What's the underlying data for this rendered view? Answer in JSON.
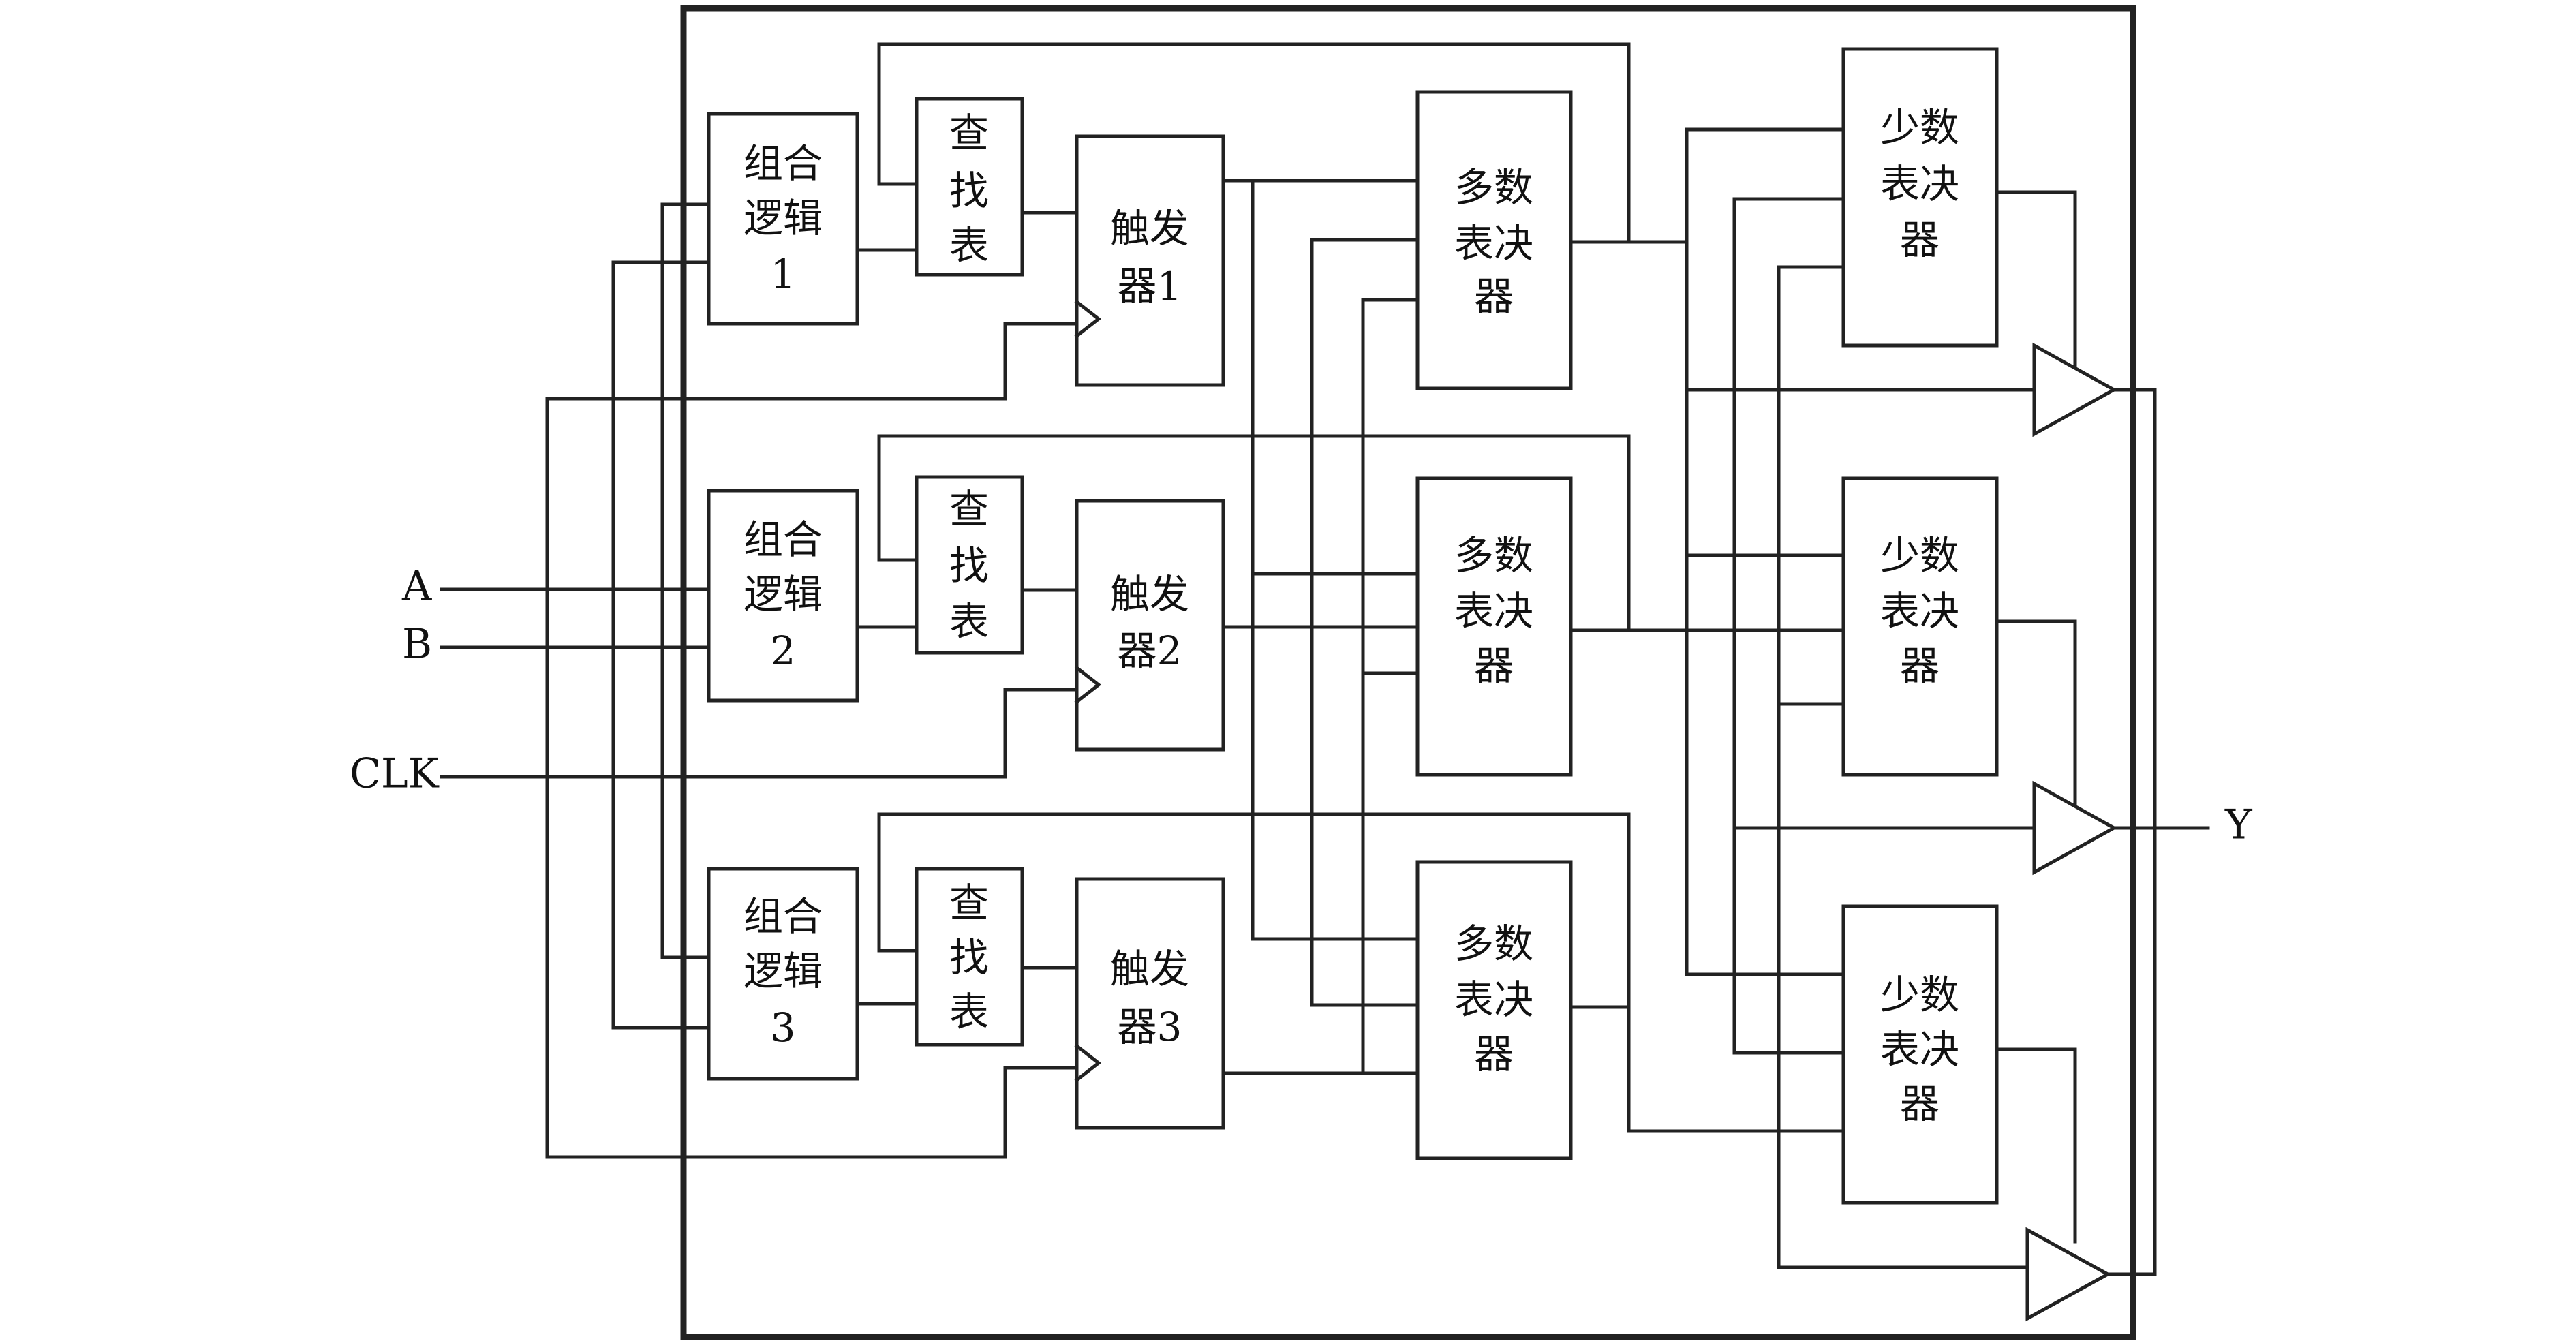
{
  "inputs": {
    "a": "A",
    "b": "B",
    "clk": "CLK"
  },
  "output": {
    "y": "Y"
  },
  "modules": [
    {
      "logic": [
        "组合",
        "逻辑",
        "1"
      ],
      "lut": [
        "查",
        "找",
        "表"
      ],
      "ff": [
        "触发",
        "器1"
      ],
      "voter": [
        "多数",
        "表决",
        "器"
      ]
    },
    {
      "logic": [
        "组合",
        "逻辑",
        "2"
      ],
      "lut": [
        "查",
        "找",
        "表"
      ],
      "ff": [
        "触发",
        "器2"
      ],
      "voter": [
        "多数",
        "表决",
        "器"
      ]
    },
    {
      "logic": [
        "组合",
        "逻辑",
        "3"
      ],
      "lut": [
        "查",
        "找",
        "表"
      ],
      "ff": [
        "触发",
        "器3"
      ],
      "voter": [
        "多数",
        "表决",
        "器"
      ]
    }
  ],
  "minority_voters": [
    {
      "lines": [
        "少数",
        "表决",
        "器"
      ]
    },
    {
      "lines": [
        "少数",
        "表决",
        "器"
      ]
    },
    {
      "lines": [
        "少数",
        "表决",
        "器"
      ]
    }
  ]
}
